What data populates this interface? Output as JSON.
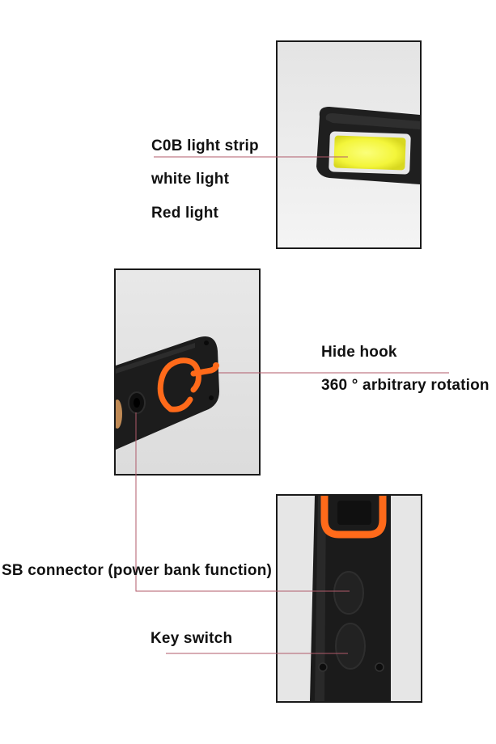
{
  "callouts": {
    "cob_strip": "C0B light strip",
    "white_light": "white light",
    "red_light": "Red light",
    "hide_hook": "Hide hook",
    "rotation": "360 ° arbitrary rotation",
    "usb_connector": "SB connector (power bank function)",
    "key_switch": "Key switch"
  },
  "colors": {
    "leader_line": "#b05a6a",
    "cob_yellow": "#f3f53a",
    "hook_orange": "#ff6a1a",
    "body_black": "#1b1b1b"
  }
}
